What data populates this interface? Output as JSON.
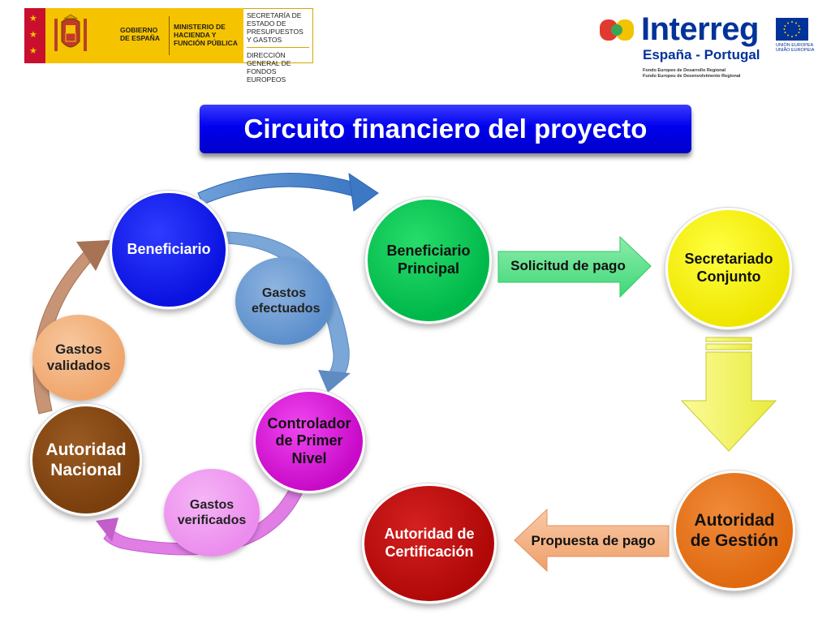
{
  "header": {
    "gobierno_label": "GOBIERNO DE ESPAÑA",
    "ministerio_label": "MINISTERIO DE HACIENDA Y FUNCIÓN PÚBLICA",
    "secretaria_label": "SECRETARÍA DE ESTADO DE PRESUPUESTOS Y GASTOS",
    "direccion_label": "DIRECCIÓN GENERAL DE FONDOS EUROPEOS",
    "interreg_word": "Interreg",
    "interreg_sub": "España - Portugal",
    "interreg_fund_1": "Fondo Europeo de Desarrollo Regional",
    "interreg_fund_2": "Fundo Europeu de Desenvolvimento Regional",
    "eu_label_1": "UNIÓN EUROPEA",
    "eu_label_2": "UNIÃO EUROPEIA"
  },
  "title": "Circuito financiero del proyecto",
  "nodes": {
    "beneficiario": "Beneficiario",
    "gastos_efectuados": "Gastos efectuados",
    "controlador": "Controlador de Primer Nivel",
    "gastos_verificados": "Gastos verificados",
    "autoridad_nacional": "Autoridad Nacional",
    "gastos_validados": "Gastos validados",
    "beneficiario_principal": "Beneficiario Principal",
    "secretariado_conjunto": "Secretariado Conjunto",
    "autoridad_gestion": "Autoridad de Gestión",
    "autoridad_certificacion": "Autoridad de Certificación"
  },
  "arrows": {
    "solicitud_de_pago": "Solicitud de pago",
    "propuesta_de_pago": "Propuesta de pago"
  },
  "colors": {
    "title_blue": "#0000ee",
    "beneficiario": "#0a12e0",
    "gastos_efectuados": "#5b8fcc",
    "controlador": "#c80ac8",
    "gastos_verificados": "#ec8cee",
    "autoridad_nacional": "#7a3f0d",
    "gastos_validados": "#f0a66c",
    "beneficiario_principal": "#00b84a",
    "secretariado_conjunto": "#efe600",
    "autoridad_gestion": "#e06a10",
    "autoridad_certificacion": "#b00808",
    "solicitud_arrow": "#5fe08a",
    "propuesta_arrow": "#f4b183",
    "down_arrow": "#f4f570"
  }
}
